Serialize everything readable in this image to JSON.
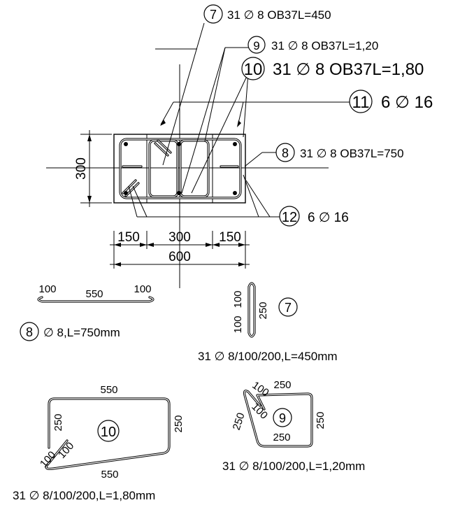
{
  "callouts": [
    {
      "mark": "7",
      "label": "31  ∅ 8  OB37L=450"
    },
    {
      "mark": "9",
      "label": "31  ∅ 8  OB37L=1,20"
    },
    {
      "mark": "10",
      "label": "31  ∅ 8  OB37L=1,80"
    },
    {
      "mark": "11",
      "label": "6  ∅ 16"
    },
    {
      "mark": "8",
      "label": "31  ∅ 8  OB37L=750"
    },
    {
      "mark": "12",
      "label": "6  ∅ 16"
    }
  ],
  "dimensions": {
    "height": "300",
    "left": "150",
    "middle": "300",
    "right": "150",
    "total": "600"
  },
  "bar8": {
    "mark": "8",
    "leg_left": "100",
    "length": "550",
    "leg_right": "100",
    "spec": "∅ 8,L=750mm"
  },
  "bar7": {
    "mark": "7",
    "seg_top": "100",
    "seg_bottom": "100",
    "height": "250",
    "spec": "31 ∅ 8/100/200,L=450mm"
  },
  "bar10": {
    "mark": "10",
    "top": "550",
    "right": "250",
    "left": "250",
    "hook_a": "100",
    "hook_b": "100",
    "bottom": "550",
    "spec": "31 ∅ 8/100/200,L=1,80mm"
  },
  "bar9": {
    "mark": "9",
    "hook_a": "100",
    "top": "250",
    "hook_b": "100",
    "left": "250",
    "right": "250",
    "bottom": "250",
    "spec": "31 ∅ 8/100/200,L=1,20mm"
  }
}
